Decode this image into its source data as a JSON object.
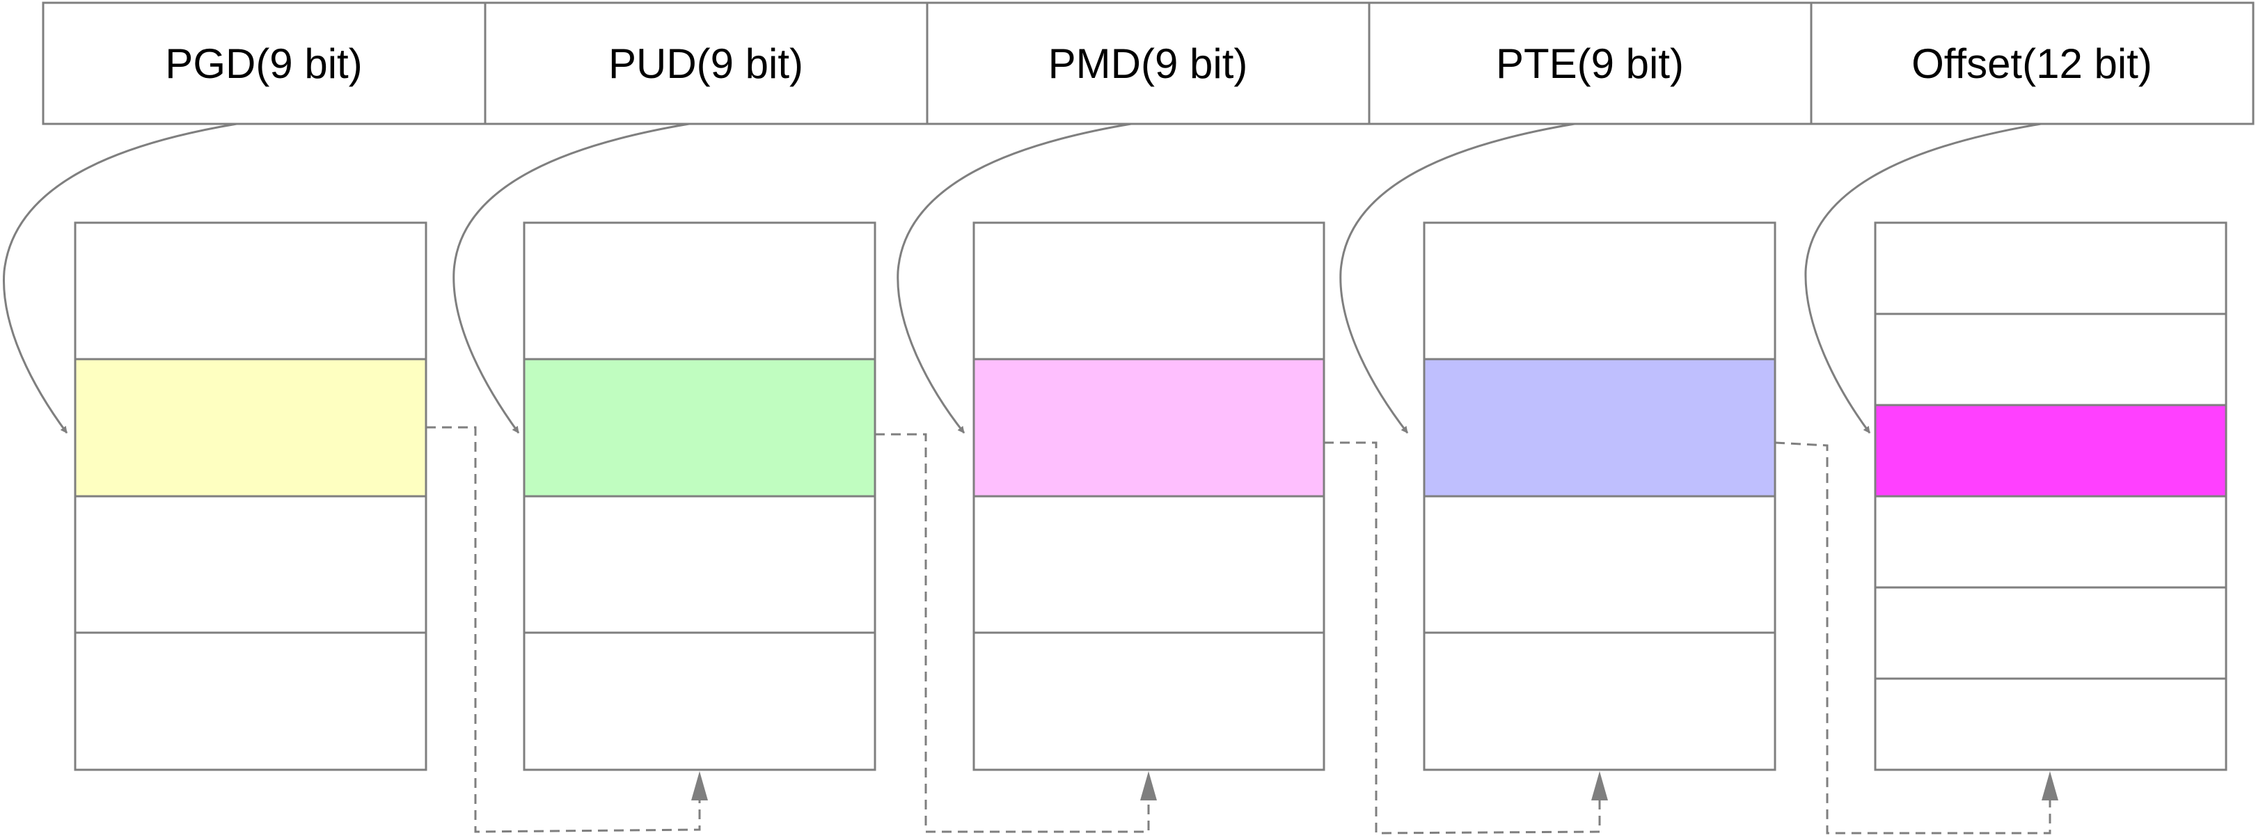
{
  "address_fields": [
    {
      "label": "PGD(9 bit)",
      "highlight_color": "#feffc1"
    },
    {
      "label": "PUD(9 bit)",
      "highlight_color": "#c0fdc0"
    },
    {
      "label": "PMD(9 bit)",
      "highlight_color": "#febffe"
    },
    {
      "label": "PTE(9 bit)",
      "highlight_color": "#bfbffe"
    },
    {
      "label": "Offset(12 bit)",
      "highlight_color": "#ff40ff"
    }
  ],
  "colors": {
    "stroke": "#7f7f7f",
    "background": "#ffffff",
    "text": "#000000"
  }
}
